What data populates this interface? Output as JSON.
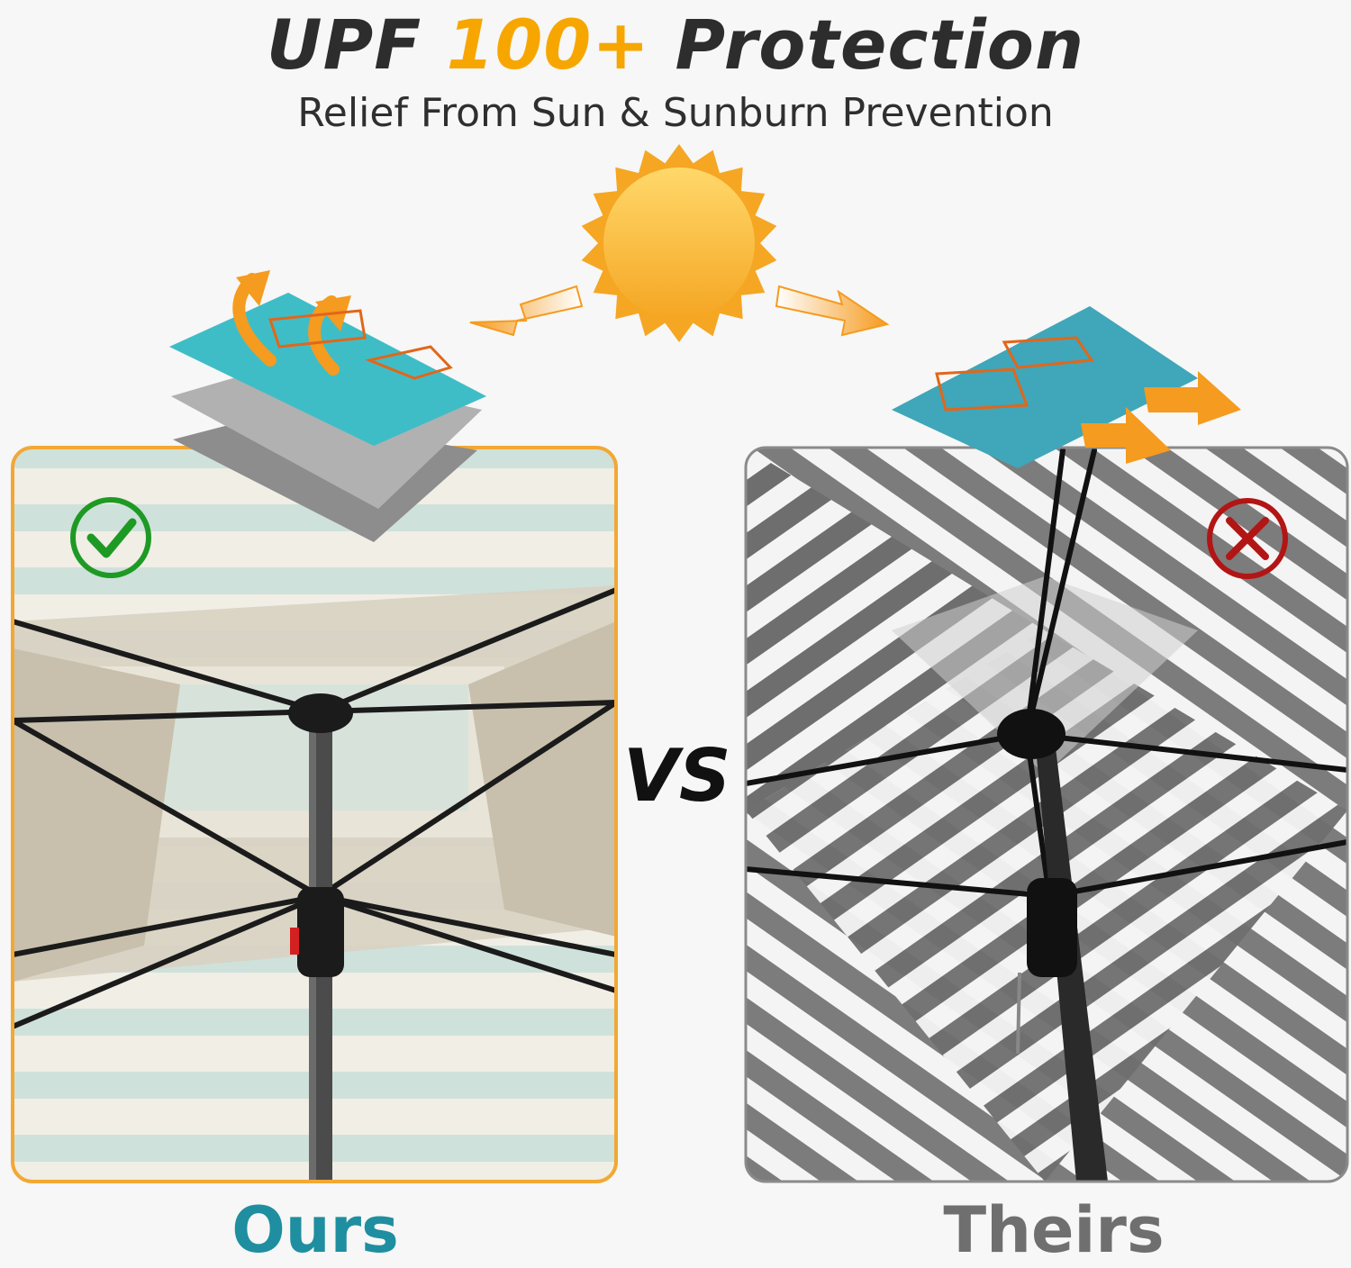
{
  "header": {
    "title_prefix": "UPF ",
    "title_accent": "100+",
    "title_suffix": " Protection",
    "subtitle": "Relief From Sun & Sunburn Prevention"
  },
  "comparison": {
    "vs": "VS",
    "ours_label": "Ours",
    "theirs_label": "Theirs"
  },
  "colors": {
    "accent_orange": "#f7a600",
    "ours_teal": "#1f8ea0",
    "theirs_gray": "#6f6f6f",
    "check_green": "#1e9a24",
    "cross_red": "#b31515",
    "panel_border_ours": "#f2a833"
  },
  "icons": {
    "sun": "sun-icon",
    "check": "check-circle-icon",
    "cross": "cross-circle-icon"
  }
}
